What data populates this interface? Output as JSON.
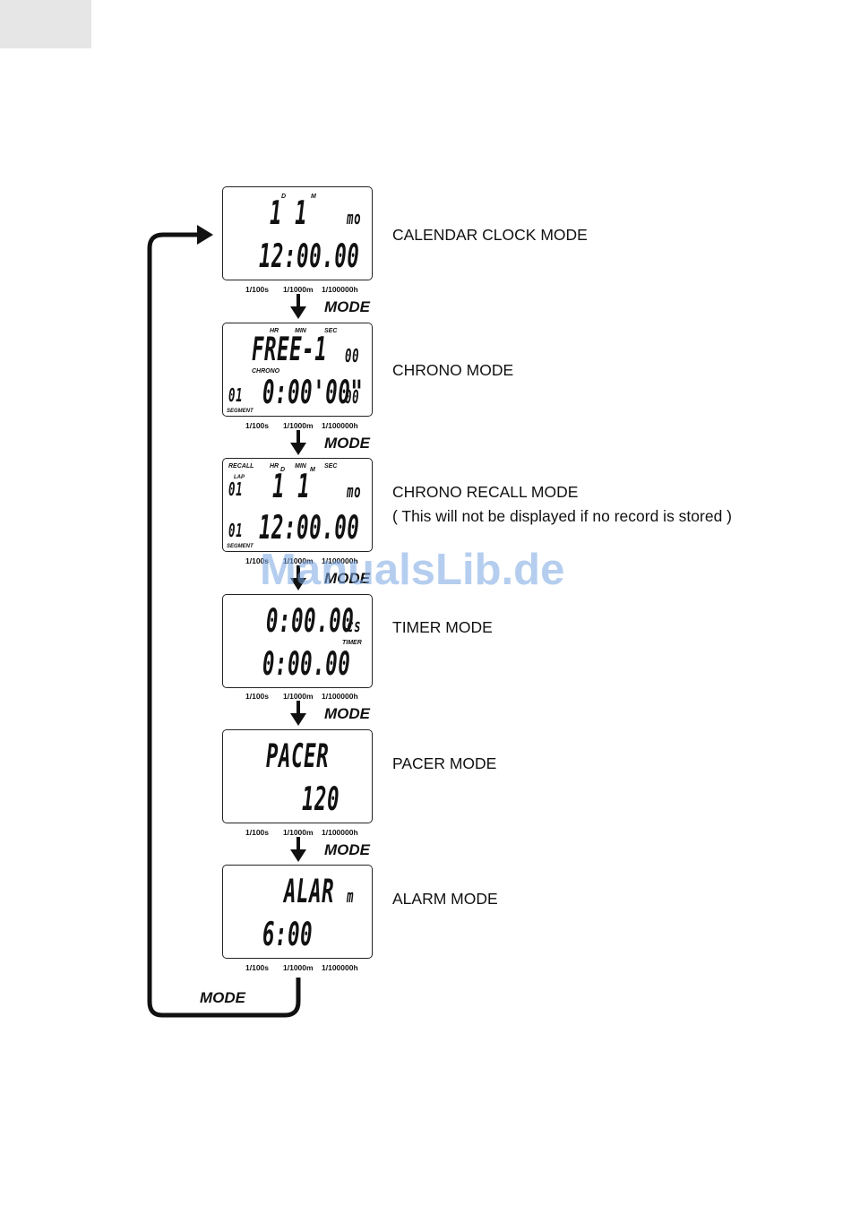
{
  "scale_labels": [
    "1/100s",
    "1/1000m",
    "1/100000h"
  ],
  "mode_label": "MODE",
  "watermark": "ManualsLib.de",
  "colors": {
    "ink": "#111111",
    "watermark": "#78a5e1"
  },
  "screens": [
    {
      "caption": "CALENDAR CLOCK MODE",
      "indicator_d": "D",
      "indicator_m": "M",
      "top_digits": "1  1",
      "top_unit": "mo",
      "bottom_digits": "12:00.00"
    },
    {
      "caption": "CHRONO MODE",
      "indicator_hr": "HR",
      "indicator_min": "MIN",
      "indicator_sec": "SEC",
      "top_digits": "FREE-1",
      "top_small": "00",
      "sub_label": "CHRONO",
      "left_box": "01",
      "bottom_digits": "0:00'00\"",
      "bottom_small": "00",
      "segment_label": "SEGMENT"
    },
    {
      "caption": "CHRONO RECALL MODE",
      "caption_note": "( This will not be displayed if no record is stored )",
      "indicator_recall": "RECALL",
      "indicator_hr": "HR",
      "indicator_d": "D",
      "indicator_min": "MIN",
      "indicator_m": "M",
      "indicator_sec": "SEC",
      "lap_label": "LAP",
      "top_box": "01",
      "top_digits": "1  1",
      "top_unit": "mo",
      "bottom_box": "01",
      "bottom_digits": "12:00.00",
      "segment_label": "SEGMENT"
    },
    {
      "caption": "TIMER MODE",
      "top_digits": "0:00.00",
      "top_unit": "cs",
      "sub_label": "TIMER",
      "bottom_digits": "0:00.00"
    },
    {
      "caption": "PACER MODE",
      "top_digits": "PACER",
      "bottom_digits": "120"
    },
    {
      "caption": "ALARM MODE",
      "top_digits": "ALAR",
      "top_unit": "m",
      "bottom_digits": "6:00"
    }
  ]
}
